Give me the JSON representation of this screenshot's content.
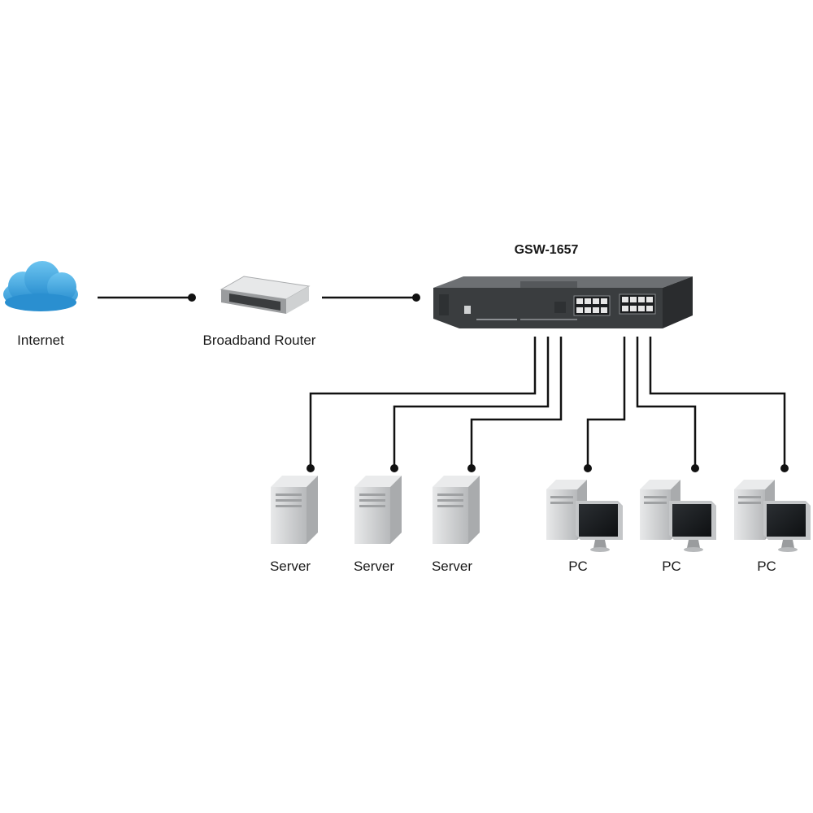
{
  "diagram": {
    "switch_model": "GSW-1657",
    "internet_label": "Internet",
    "router_label": "Broadband Router",
    "servers": [
      {
        "label": "Server"
      },
      {
        "label": "Server"
      },
      {
        "label": "Server"
      }
    ],
    "pcs": [
      {
        "label": "PC"
      },
      {
        "label": "PC"
      },
      {
        "label": "PC"
      }
    ]
  },
  "colors": {
    "cloud": "#3aa6e0",
    "cable": "#111111",
    "switch_body": "#3a3d3f",
    "device_gray": "#c9cbcc"
  },
  "icons": [
    "cloud-icon",
    "router-icon",
    "switch-icon",
    "server-icon",
    "pc-icon"
  ]
}
